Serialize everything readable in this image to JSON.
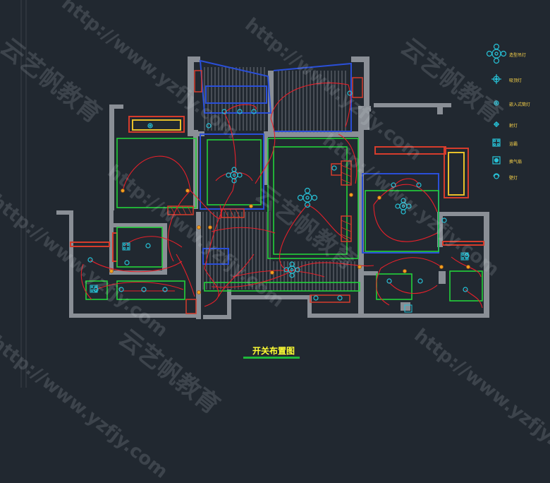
{
  "drawing": {
    "title": "开关布置图"
  },
  "legend": {
    "items": [
      {
        "icon": "chandelier-icon",
        "label": "造型吊灯"
      },
      {
        "icon": "ceiling-lamp-icon",
        "label": "吸顶灯"
      },
      {
        "icon": "downlight-icon",
        "label": "嵌入式筒灯"
      },
      {
        "icon": "spotlight-icon",
        "label": "射灯"
      },
      {
        "icon": "bath-heater-icon",
        "label": "浴霸"
      },
      {
        "icon": "exhaust-fan-icon",
        "label": "换气扇"
      },
      {
        "icon": "wall-lamp-icon",
        "label": "壁灯"
      }
    ]
  },
  "watermarks": {
    "cn": "云艺帆教育",
    "url": "http://www.yzfjy.com"
  },
  "colors": {
    "background": "#212830",
    "wall": "#8a8f96",
    "wiring": "#e8202a",
    "ceiling_outline": "#22d23a",
    "fixture": "#27c3d8",
    "tag": "#d63c2c",
    "legend_text": "#ffd84a"
  }
}
